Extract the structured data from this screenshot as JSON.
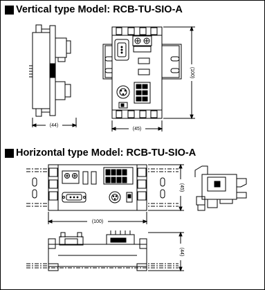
{
  "vertical": {
    "title": "Vertical type Model: RCB-TU-SIO-A",
    "dims": {
      "depth": "(44)",
      "width": "(45)",
      "height": "(100)"
    }
  },
  "horizontal": {
    "title": "Horizontal type Model: RCB-TU-SIO-A",
    "dims": {
      "height": "(45)",
      "length": "(100)",
      "depth": "(44)"
    }
  }
}
